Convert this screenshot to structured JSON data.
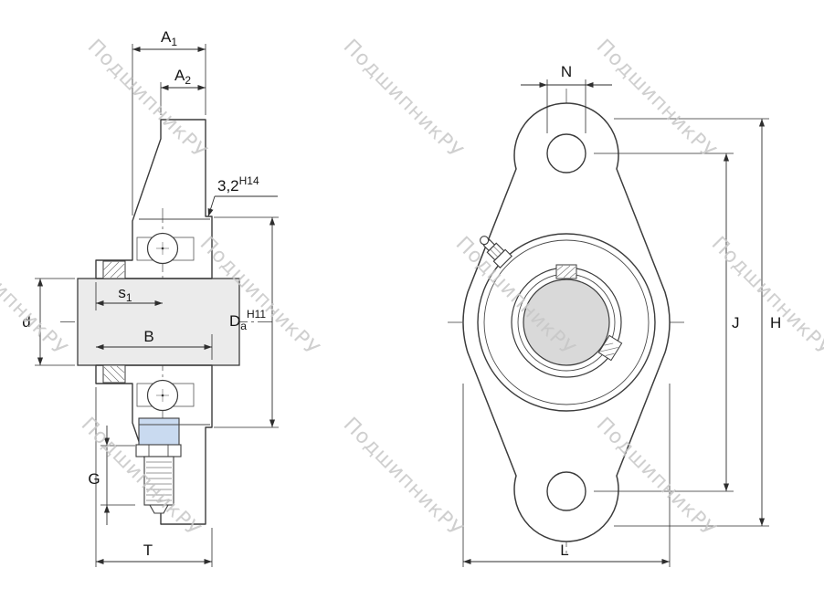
{
  "drawing": {
    "watermark": {
      "text": "ПодшипникРУ"
    },
    "colors": {
      "housing": "#c9daf0",
      "shaft": "#ebebeb",
      "bore": "#d9d9d9",
      "line": "#3c3c3c",
      "watermark": "#c7c7c7"
    },
    "section_view": {
      "a1": {
        "base": "A",
        "sub": "1"
      },
      "a2": {
        "base": "A",
        "sub": "2"
      },
      "surface_note": {
        "value": "3,2",
        "tolerance": "H14"
      },
      "s1": {
        "base": "s",
        "sub": "1"
      },
      "d": "d",
      "b": "B",
      "da": {
        "base": "D",
        "sub": "a",
        "tolerance": "H11"
      },
      "g": "G",
      "t": "T"
    },
    "front_view": {
      "n": "N",
      "j": "J",
      "h": "H",
      "l": "L"
    }
  }
}
